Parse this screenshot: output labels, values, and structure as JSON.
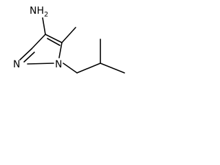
{
  "molecule": {
    "atoms": {
      "amino": "NH",
      "amino_sub": "2",
      "n1": "N",
      "n2": "N"
    }
  }
}
